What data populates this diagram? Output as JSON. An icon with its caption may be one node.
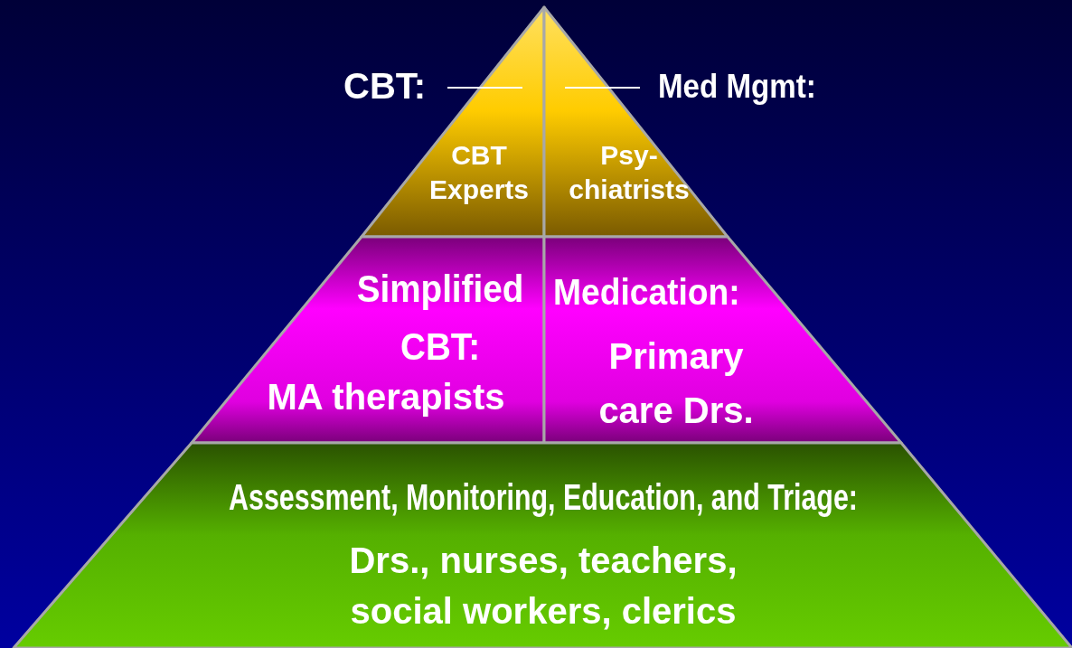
{
  "diagram": {
    "nodes": [
      {
        "text": [
          "CBT:",
          "CBT Experts"
        ]
      },
      {
        "text": [
          "Med Mgmt:",
          "Psy- chiatrists"
        ]
      },
      {
        "text": [
          "Simplified CBT:",
          "MA therapists"
        ]
      },
      {
        "text": [
          "Medication:",
          "Primary care Drs."
        ]
      },
      {
        "text": [
          "Assessment, Monitoring, Education, and Triage:",
          "Drs., nurses, teachers, social workers, clerics"
        ]
      }
    ]
  }
}
